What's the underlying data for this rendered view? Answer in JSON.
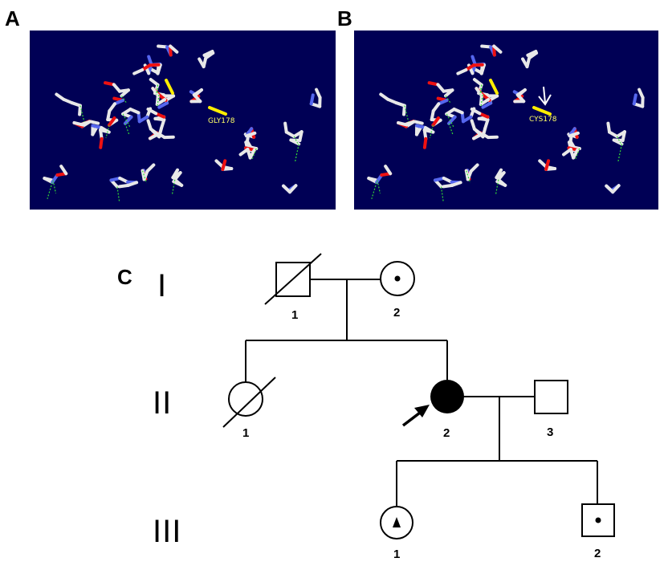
{
  "panels": {
    "a_label": "A",
    "b_label": "B",
    "c_label": "C"
  },
  "molecule": {
    "a_residue_label": "GLY178",
    "b_residue_label": "CYS178",
    "background_color": "#000055",
    "bond_color": "#e8e8e8",
    "nitrogen_color": "#5566ee",
    "oxygen_color": "#ee1111",
    "sulfur_color": "#ffee00",
    "hbond_color": "#33dd33"
  },
  "pedigree": {
    "generations": [
      "I",
      "II",
      "III"
    ],
    "individuals": {
      "I_1": "1",
      "I_2": "2",
      "II_1": "1",
      "II_2": "2",
      "II_3": "3",
      "III_1": "1",
      "III_2": "2"
    }
  }
}
